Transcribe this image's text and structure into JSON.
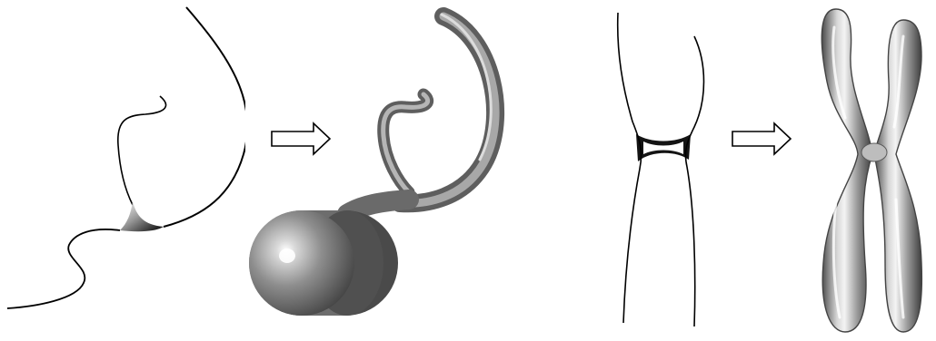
{
  "figure": {
    "panels": [
      {
        "id": "curve-network-1",
        "kind": "input-sketch"
      },
      {
        "id": "arrow-1",
        "kind": "arrow-right"
      },
      {
        "id": "surface-1",
        "kind": "output-surface"
      },
      {
        "id": "curve-network-2",
        "kind": "input-sketch"
      },
      {
        "id": "arrow-2",
        "kind": "arrow-right"
      },
      {
        "id": "surface-2",
        "kind": "output-surface"
      }
    ],
    "colors": {
      "background": "#ffffff",
      "stroke": "#000000",
      "surface_base": "#8a8a8a",
      "surface_highlight": "#f2f2f2",
      "surface_shadow": "#3c3c3c"
    }
  }
}
